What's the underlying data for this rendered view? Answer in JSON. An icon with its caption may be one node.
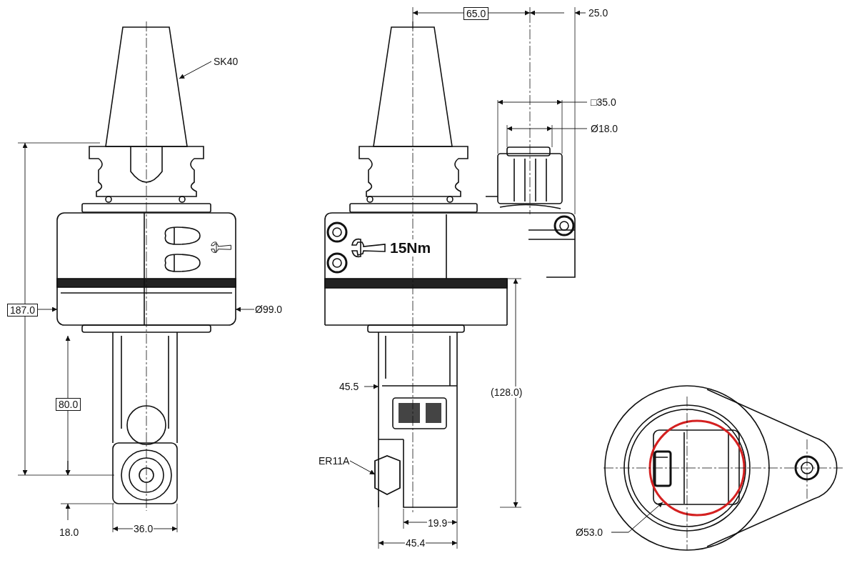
{
  "diagram": {
    "nodes": [
      {
        "text": [
          "SK40"
        ]
      },
      {
        "text": [],
        "shape": "picture"
      },
      {
        "text": [
          "ER11A"
        ]
      },
      {
        "text": [],
        "shape": "picture"
      },
      {
        "text": [
          "Ø53.0"
        ]
      },
      {
        "text": [],
        "shape": "circle"
      }
    ],
    "edges": [
      {
        "from": 0,
        "to": 1,
        "arrow": "to"
      },
      {
        "from": 2,
        "to": 3,
        "arrow": "to"
      },
      {
        "from": 4,
        "to": 5,
        "arrow": "to"
      }
    ],
    "labels": [
      "65.0",
      "25.0",
      "□35.0",
      "Ø18.0",
      "15Nm",
      "187.0",
      "Ø99.0",
      "45.5",
      "(128.0)",
      "80.0",
      "18.0",
      "36.0",
      "19.9",
      "45.4"
    ]
  }
}
